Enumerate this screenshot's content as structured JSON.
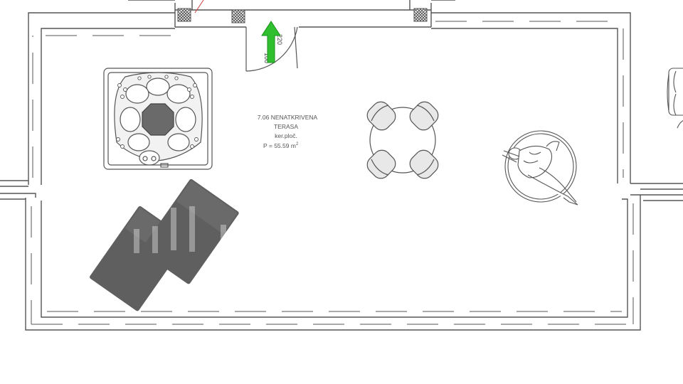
{
  "room": {
    "line1": "7.06 NENATKRIVENA",
    "line2": "TERASA",
    "line3": "ker.ploč.",
    "area_prefix": "P = ",
    "area_value": "55.59",
    "area_unit": "m",
    "area_sup": "2"
  },
  "door": {
    "width_label": "100",
    "height_label": "220"
  },
  "colors": {
    "line": "#555555",
    "furniture_fill": "#e6e6e6",
    "lounger_fill": "#5f5f5f",
    "arrow": "#2fbf2f",
    "arrow_dark": "#1a8f1a"
  },
  "icons": [
    "hot-tub-icon",
    "round-table-icon",
    "chair-icon",
    "lounger-icon",
    "person-figure-icon",
    "entry-arrow-icon",
    "door-swing-icon",
    "window-icon"
  ]
}
